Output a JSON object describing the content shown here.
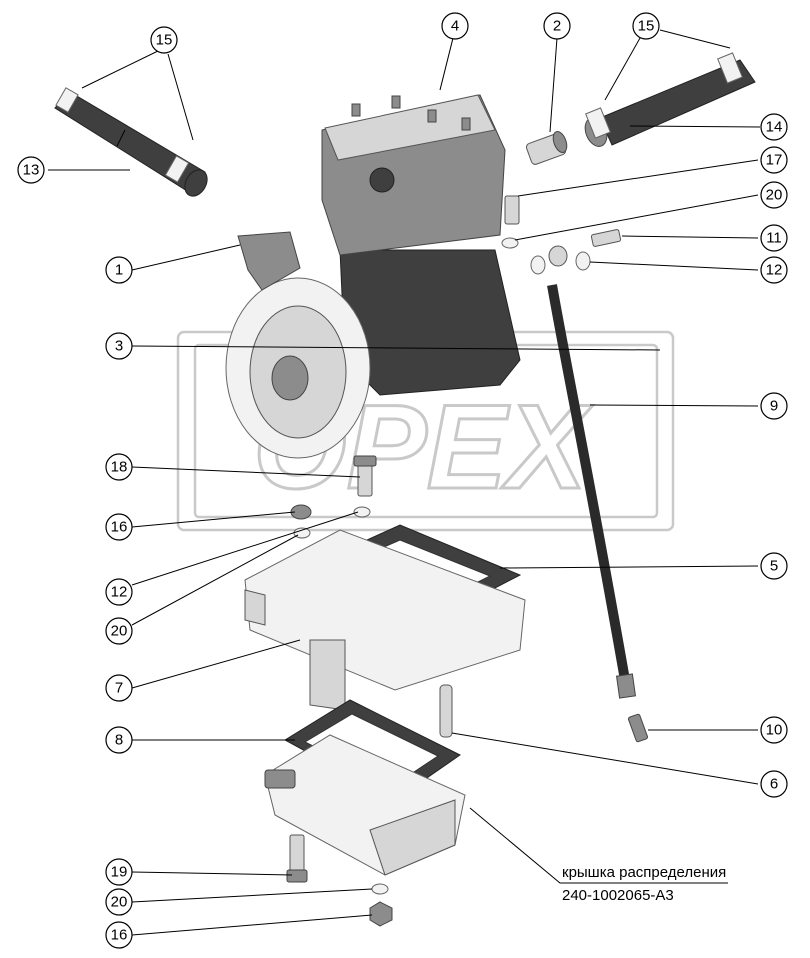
{
  "callouts": [
    {
      "id": "c1",
      "label": "1"
    },
    {
      "id": "c2",
      "label": "2"
    },
    {
      "id": "c3",
      "label": "3"
    },
    {
      "id": "c4",
      "label": "4"
    },
    {
      "id": "c5",
      "label": "5"
    },
    {
      "id": "c6",
      "label": "6"
    },
    {
      "id": "c7",
      "label": "7"
    },
    {
      "id": "c8",
      "label": "8"
    },
    {
      "id": "c9",
      "label": "9"
    },
    {
      "id": "c10",
      "label": "10"
    },
    {
      "id": "c11",
      "label": "11"
    },
    {
      "id": "c12a",
      "label": "12"
    },
    {
      "id": "c12b",
      "label": "12"
    },
    {
      "id": "c13",
      "label": "13"
    },
    {
      "id": "c14",
      "label": "14"
    },
    {
      "id": "c15a",
      "label": "15"
    },
    {
      "id": "c15b",
      "label": "15"
    },
    {
      "id": "c16a",
      "label": "16"
    },
    {
      "id": "c16b",
      "label": "16"
    },
    {
      "id": "c17",
      "label": "17"
    },
    {
      "id": "c18",
      "label": "18"
    },
    {
      "id": "c19",
      "label": "19"
    },
    {
      "id": "c20a",
      "label": "20"
    },
    {
      "id": "c20b",
      "label": "20"
    },
    {
      "id": "c20c",
      "label": "20"
    }
  ],
  "reference": {
    "name": "крышка распределения",
    "code": "240-1002065-А3"
  },
  "watermark": {
    "text": "OPEX",
    "color": "#c9c9c9"
  }
}
